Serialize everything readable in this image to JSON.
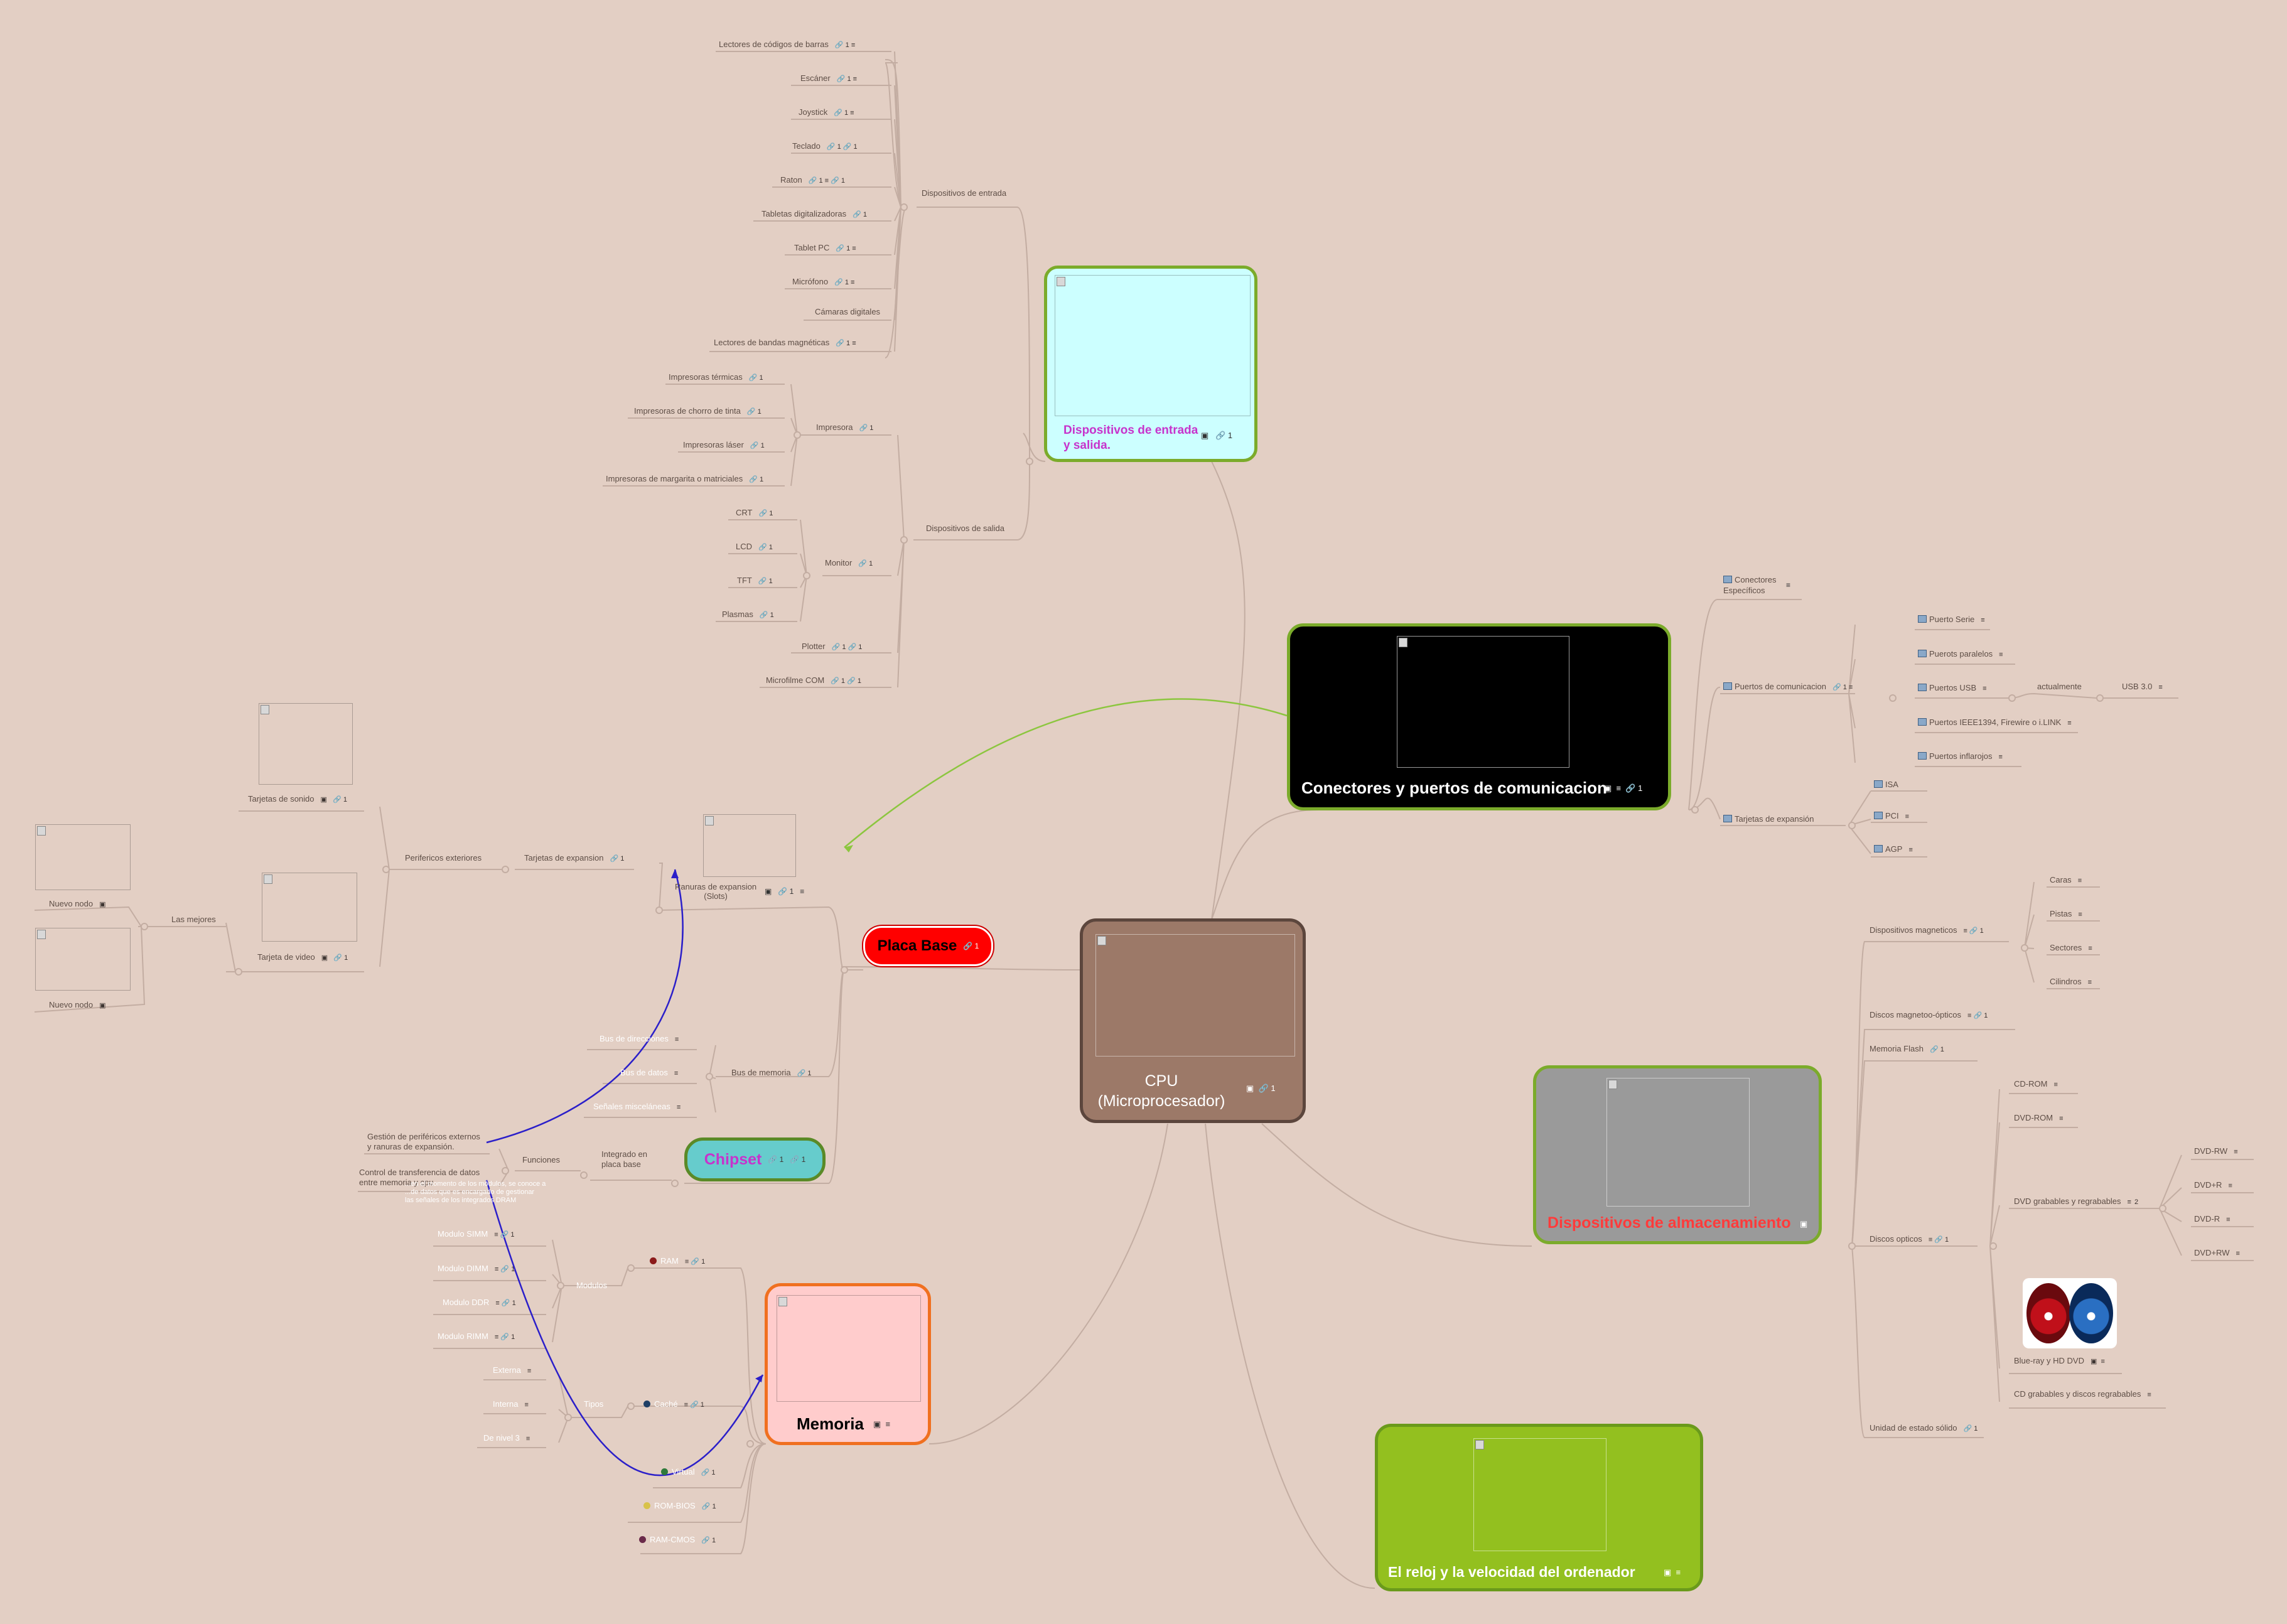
{
  "center": {
    "line1": "CPU",
    "line2": "(Microprocesador)",
    "link_count": "1"
  },
  "topics": {
    "io": {
      "line1": "Dispositivos de entrada",
      "line2": "y salida.",
      "link_count": "1",
      "color": "#c733cc"
    },
    "ports": {
      "title": "Conectores y puertos de comunicacion",
      "link_count": "1"
    },
    "placa": {
      "title": "Placa Base",
      "link_count": "1"
    },
    "chipset": {
      "title": "Chipset",
      "link_count": "1",
      "note_count": "1"
    },
    "almacen": {
      "title": "Dispositivos de almacenamiento"
    },
    "memoria": {
      "title": "Memoria"
    },
    "reloj": {
      "title": "El reloj y la velocidad del ordenador"
    }
  },
  "io_tree": {
    "entrada": {
      "label": "Dispositivos de entrada",
      "items": [
        {
          "t": "Lectores de códigos de barras",
          "ic": "🔗 1   ≡"
        },
        {
          "t": "Escáner",
          "ic": "🔗 1   ≡"
        },
        {
          "t": "Joystick",
          "ic": "🔗 1   ≡"
        },
        {
          "t": "Teclado",
          "ic": "🔗 1   🔗 1"
        },
        {
          "t": "Raton",
          "ic": "🔗 1   ≡   🔗 1"
        },
        {
          "t": "Tabletas digitalizadoras",
          "ic": "🔗 1"
        },
        {
          "t": "Tablet PC",
          "ic": "🔗 1   ≡"
        },
        {
          "t": "Micrófono",
          "ic": "🔗 1   ≡"
        },
        {
          "t": "Cámaras digitales",
          "ic": ""
        },
        {
          "t": "Lectores de bandas magnéticas",
          "ic": "🔗 1   ≡"
        }
      ]
    },
    "salida": {
      "label": "Dispositivos de salida",
      "impresora": {
        "label": "Impresora",
        "ic": "🔗 1",
        "items": [
          {
            "t": "Impresoras térmicas",
            "ic": "🔗 1"
          },
          {
            "t": "Impresoras de chorro de tinta",
            "ic": "🔗 1"
          },
          {
            "t": "Impresoras láser",
            "ic": "🔗 1"
          },
          {
            "t": "Impresoras de margarita o matriciales",
            "ic": "🔗 1"
          }
        ]
      },
      "monitor": {
        "label": "Monitor",
        "ic": "🔗 1",
        "items": [
          {
            "t": "CRT",
            "ic": "🔗 1"
          },
          {
            "t": "LCD",
            "ic": "🔗 1"
          },
          {
            "t": "TFT",
            "ic": "🔗 1"
          },
          {
            "t": "Plasmas",
            "ic": "🔗 1"
          }
        ]
      },
      "plotter": {
        "t": "Plotter",
        "ic": "🔗 1   🔗 1"
      },
      "microfilme": {
        "t": "Microfilme COM",
        "ic": "🔗 1   🔗 1"
      }
    }
  },
  "ports_tree": {
    "conectores": "Conectores Específicos",
    "puertos": {
      "label": "Puertos de comunicacion",
      "ic": "🔗 1   ≡",
      "items": [
        "Puerto Serie",
        "Puerots paralelos",
        "Puertos USB",
        "Puertos IEEE1394, Firewire o i.LINK",
        "Puertos inflarojos"
      ],
      "actualmente": "actualmente",
      "usb3": "USB 3.0"
    },
    "tarjetas": {
      "label": "Tarjetas de expansión",
      "items": [
        "ISA",
        "PCI",
        "AGP"
      ]
    }
  },
  "storage_tree": {
    "magneticos": {
      "label": "Dispositivos magneticos",
      "ic": "≡   🔗 1",
      "items": [
        "Caras",
        "Pistas",
        "Sectores",
        "Cilindros"
      ]
    },
    "magneto": {
      "label": "Discos magnetoo-ópticos",
      "ic": "≡   🔗 1"
    },
    "flash": {
      "label": "Memoria Flash",
      "ic": "🔗 1"
    },
    "opticos": {
      "label": "Discos opticos",
      "ic": "≡   🔗 1",
      "items": [
        "CD-ROM",
        "DVD-ROM"
      ],
      "dvdgrab": {
        "label": "DVD grabables y regrabables",
        "count": "2",
        "items": [
          "DVD-RW",
          "DVD+R",
          "DVD-R",
          "DVD+RW"
        ]
      },
      "bluray": "Blue-ray y HD DVD",
      "cdgrab": "CD grabables y discos regrabables"
    },
    "ssd": {
      "label": "Unidad de estado sólido",
      "ic": "🔗 1"
    }
  },
  "placa_tree": {
    "ranuras": {
      "line1": "Ranuras de expansion",
      "line2": "(Slots)",
      "ic": "🔗 1   ≡"
    },
    "tarjetas_exp": {
      "label": "Tarjetas de expansion",
      "ic": "🔗 1"
    },
    "perifericos": "Perifericos exteriores",
    "sonido": {
      "label": "Tarjetas de sonido",
      "ic": "🔗 1"
    },
    "video": {
      "label": "Tarjeta de video",
      "ic": "🔗 1"
    },
    "mejores": "Las mejores",
    "nuevo1": "Nuevo nodo",
    "nuevo2": "Nuevo nodo",
    "bus": {
      "label": "Bus de memoria",
      "ic": "🔗 1",
      "items": [
        "Bus de direcciones",
        "Bus de datos",
        "Señales misceláneas"
      ]
    }
  },
  "chipset_tree": {
    "integrado": {
      "line1": "Integrado en",
      "line2": "placa base"
    },
    "funciones": "Funciones",
    "gestion": {
      "line1": "Gestión de periféricos externos",
      "line2": "y ranuras de expansión."
    },
    "control": {
      "line1": "Control de transferencia de datos",
      "line2": "entre memoria y cpu"
    },
    "overlap": {
      "line1": "...en el momento de los módulos, se conoce a",
      "line2": "...de datos que es encargado de gestionar",
      "line3": "las señales de los integrados DRAM"
    }
  },
  "memoria_tree": {
    "ram": {
      "label": "RAM",
      "ic": "≡   🔗 1",
      "dot": "#8b1a1a"
    },
    "modulos": "Modulos",
    "modulos_items": [
      {
        "t": "Modulo SIMM",
        "ic": "≡   🔗 1"
      },
      {
        "t": "Modulo DIMM",
        "ic": "≡   🔗 1"
      },
      {
        "t": "Modulo DDR",
        "ic": "≡   🔗 1"
      },
      {
        "t": "Modulo RIMM",
        "ic": "≡   🔗 1"
      }
    ],
    "cache": {
      "label": "Caché",
      "ic": "≡   🔗 1",
      "dot": "#1f3f66"
    },
    "tipos": "Tipos",
    "tipos_items": [
      "Externa",
      "Interna",
      "De nivel 3"
    ],
    "virtual": {
      "label": "Virtual",
      "ic": "🔗 1",
      "dot": "#2f7a3a"
    },
    "rom": {
      "label": "ROM-BIOS",
      "ic": "🔗 1",
      "dot": "#d8c24a"
    },
    "ramcmos": {
      "label": "RAM-CMOS",
      "ic": "🔗 1",
      "dot": "#6a2a4a"
    }
  },
  "colors": {
    "background": "#e3cfc4",
    "line": "#c3ada2",
    "accent_green": "#8cc63f",
    "accent_navy": "#2b1fc9"
  }
}
